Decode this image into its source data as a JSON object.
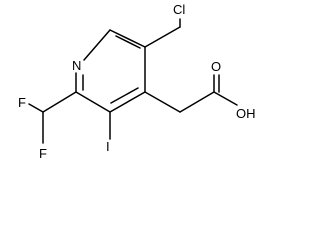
{
  "structure": {
    "atoms": {
      "n_label": "N",
      "cl_label": "Cl",
      "f1_label": "F",
      "f2_label": "F",
      "i_label": "I",
      "o_label": "O",
      "oh_label": "OH"
    }
  }
}
